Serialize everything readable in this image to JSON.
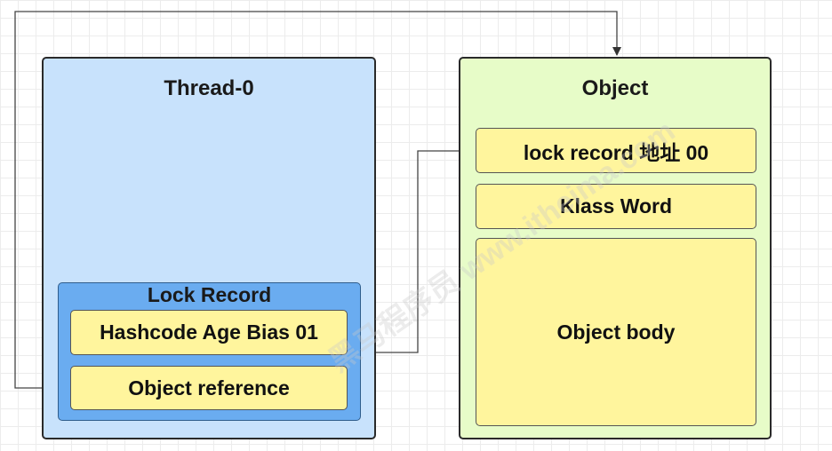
{
  "thread": {
    "title": "Thread-0",
    "lock_record": {
      "title": "Lock Record",
      "fields": [
        "Hashcode Age Bias 01",
        "Object reference"
      ]
    }
  },
  "object": {
    "title": "Object",
    "fields": [
      "lock record 地址 00",
      "Klass Word",
      "Object body"
    ]
  },
  "watermark": "黑马程序员 www.itheima.com",
  "colors": {
    "thread_fill": "#c8e2fc",
    "object_fill": "#e7fcc8",
    "lock_record_fill": "#6aacf0",
    "field_fill": "#fff59d"
  }
}
